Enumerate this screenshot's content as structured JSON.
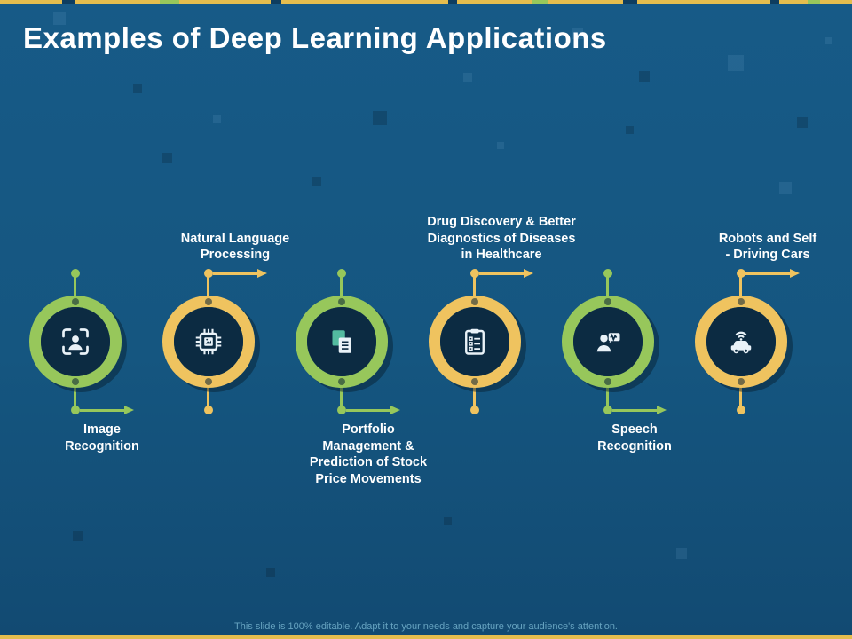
{
  "slide": {
    "title": "Examples of Deep Learning Applications",
    "footer": "This slide is 100% editable. Adapt it to your needs and capture your audience's attention."
  },
  "items": [
    {
      "id": "image-recognition",
      "label": "Image\nRecognition",
      "position": "below",
      "color": "green",
      "icon": "face-recognition-icon"
    },
    {
      "id": "natural-language-processing",
      "label": "Natural Language\nProcessing",
      "position": "above",
      "color": "yellow",
      "icon": "chip-icon"
    },
    {
      "id": "portfolio-management",
      "label": "Portfolio\nManagement &\nPrediction of Stock\nPrice Movements",
      "position": "below",
      "color": "green",
      "icon": "documents-icon"
    },
    {
      "id": "drug-discovery",
      "label": "Drug Discovery & Better\nDiagnostics of Diseases\nin Healthcare",
      "position": "above",
      "color": "yellow",
      "icon": "clipboard-icon"
    },
    {
      "id": "speech-recognition",
      "label": "Speech\nRecognition",
      "position": "below",
      "color": "green",
      "icon": "voice-icon"
    },
    {
      "id": "self-driving-cars",
      "label": "Robots and Self\n- Driving Cars",
      "position": "above",
      "color": "yellow",
      "icon": "car-icon"
    }
  ],
  "colors": {
    "background": "#15567F",
    "green": "#97C75B",
    "green_dark": "#6E9E3C",
    "yellow": "#EFC35F",
    "yellow_dark": "#C99B3F",
    "inner_circle": "#0C2B42",
    "icon": "#E9F2F8",
    "teal_document": "#53BBA0",
    "title_text": "#FFFFFF",
    "footer_text": "#66A3C0",
    "edge_bar": "#E5BD4E"
  }
}
